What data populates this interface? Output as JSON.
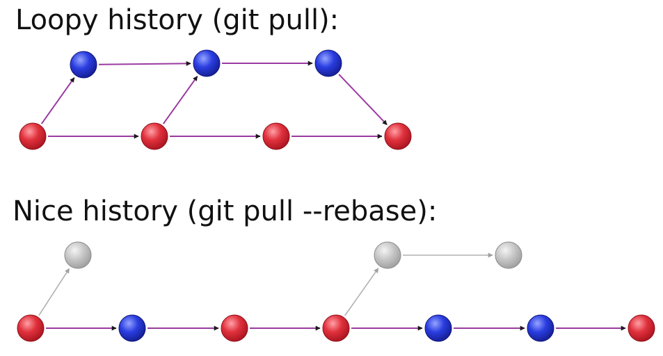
{
  "colors": {
    "red": "#e0313c",
    "red_dark": "#8e0f1a",
    "red_light": "#ff9aa0",
    "blue": "#2434d8",
    "blue_dark": "#10157a",
    "blue_light": "#8fa0ff",
    "gray": "#b8b8b8",
    "gray_dark": "#8a8a8a",
    "gray_light": "#f0f0f0",
    "edge": "#9a3aa0",
    "edge_gray": "#b0b0b0",
    "arrowhead": "#1a1a1a"
  },
  "loopy": {
    "title": "Loopy history (git pull):",
    "commits": [
      {
        "id": "L1",
        "color": "red"
      },
      {
        "id": "L2",
        "color": "blue"
      },
      {
        "id": "L3",
        "color": "red"
      },
      {
        "id": "L4",
        "color": "blue"
      },
      {
        "id": "L5",
        "color": "red"
      },
      {
        "id": "L6",
        "color": "blue"
      },
      {
        "id": "L7",
        "color": "red"
      }
    ],
    "edges": [
      {
        "from": "L1",
        "to": "L2",
        "style": "main"
      },
      {
        "from": "L1",
        "to": "L3",
        "style": "main"
      },
      {
        "from": "L2",
        "to": "L4",
        "style": "main"
      },
      {
        "from": "L3",
        "to": "L4",
        "style": "main"
      },
      {
        "from": "L3",
        "to": "L5",
        "style": "main"
      },
      {
        "from": "L4",
        "to": "L6",
        "style": "main"
      },
      {
        "from": "L5",
        "to": "L7",
        "style": "main"
      },
      {
        "from": "L6",
        "to": "L7",
        "style": "main"
      }
    ]
  },
  "nice": {
    "title": "Nice history (git pull --rebase):",
    "commits": [
      {
        "id": "N1",
        "color": "red"
      },
      {
        "id": "N2",
        "color": "blue"
      },
      {
        "id": "N3",
        "color": "red"
      },
      {
        "id": "N4",
        "color": "red"
      },
      {
        "id": "N5",
        "color": "blue"
      },
      {
        "id": "N6",
        "color": "blue"
      },
      {
        "id": "N7",
        "color": "red"
      },
      {
        "id": "G1",
        "color": "gray"
      },
      {
        "id": "G2",
        "color": "gray"
      },
      {
        "id": "G3",
        "color": "gray"
      }
    ],
    "edges": [
      {
        "from": "N1",
        "to": "N2",
        "style": "main"
      },
      {
        "from": "N2",
        "to": "N3",
        "style": "main"
      },
      {
        "from": "N3",
        "to": "N4",
        "style": "main"
      },
      {
        "from": "N4",
        "to": "N5",
        "style": "main"
      },
      {
        "from": "N5",
        "to": "N6",
        "style": "main"
      },
      {
        "from": "N6",
        "to": "N7",
        "style": "main"
      },
      {
        "from": "N1",
        "to": "G1",
        "style": "gray"
      },
      {
        "from": "N4",
        "to": "G2",
        "style": "gray"
      },
      {
        "from": "G2",
        "to": "G3",
        "style": "gray"
      }
    ]
  }
}
